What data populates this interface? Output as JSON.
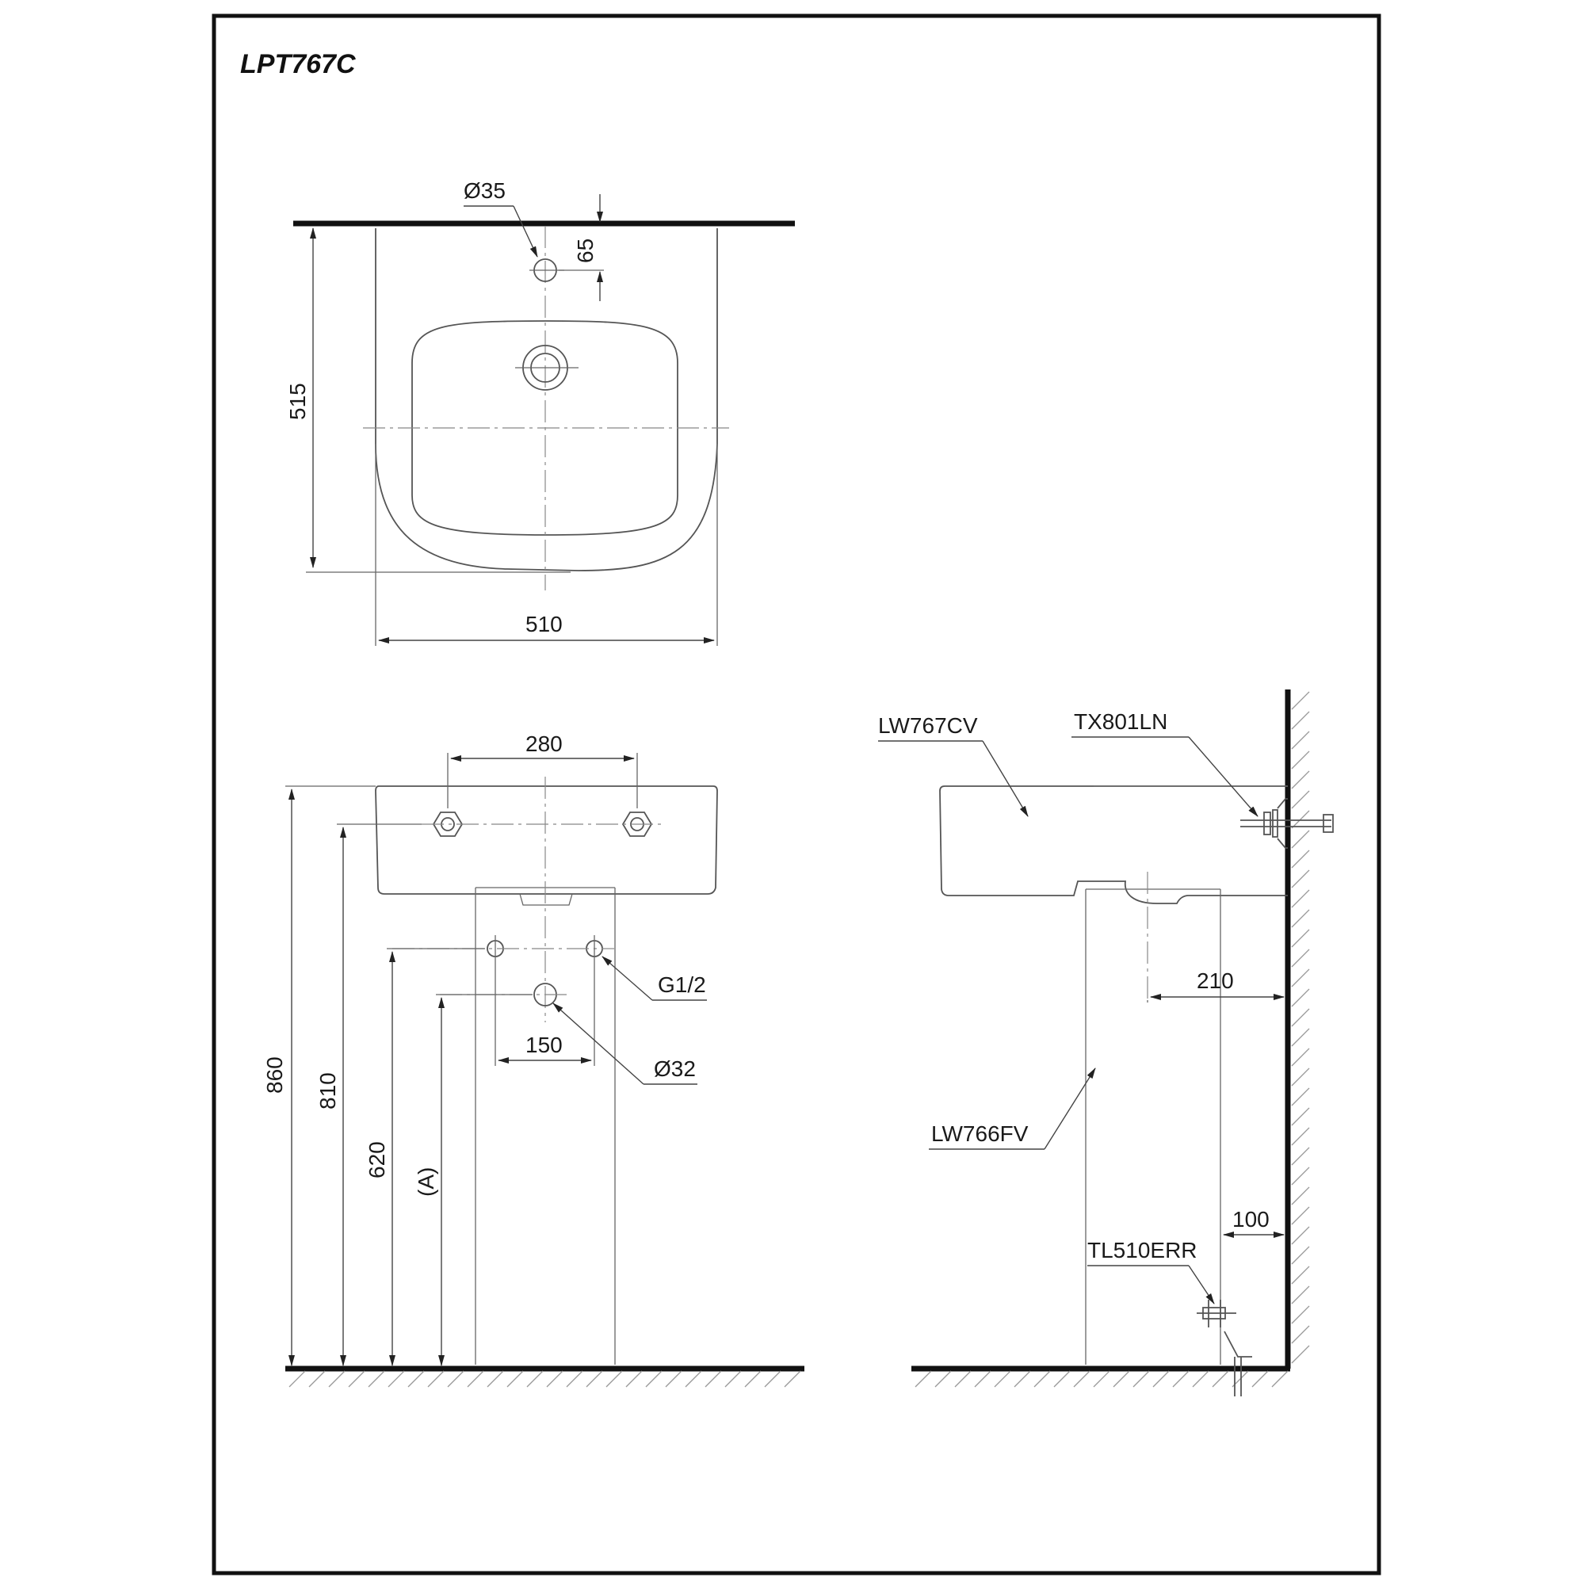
{
  "title": "LPT767C",
  "top_view": {
    "hole_diameter": "Ø35",
    "hole_offset": "65",
    "depth": "515",
    "width": "510"
  },
  "front_view": {
    "faucet_spacing": "280",
    "height_total": "860",
    "height_rim": "810",
    "supply_height": "620",
    "drain_height": "(A)",
    "supply_spacing": "150",
    "supply_thread": "G1/2",
    "drain_diameter": "Ø32"
  },
  "side_view": {
    "basin_model": "LW767CV",
    "bracket_model": "TX801LN",
    "pedestal_model": "LW766FV",
    "anchor_model": "TL510ERR",
    "drain_to_wall": "210",
    "pedestal_to_wall": "100"
  }
}
